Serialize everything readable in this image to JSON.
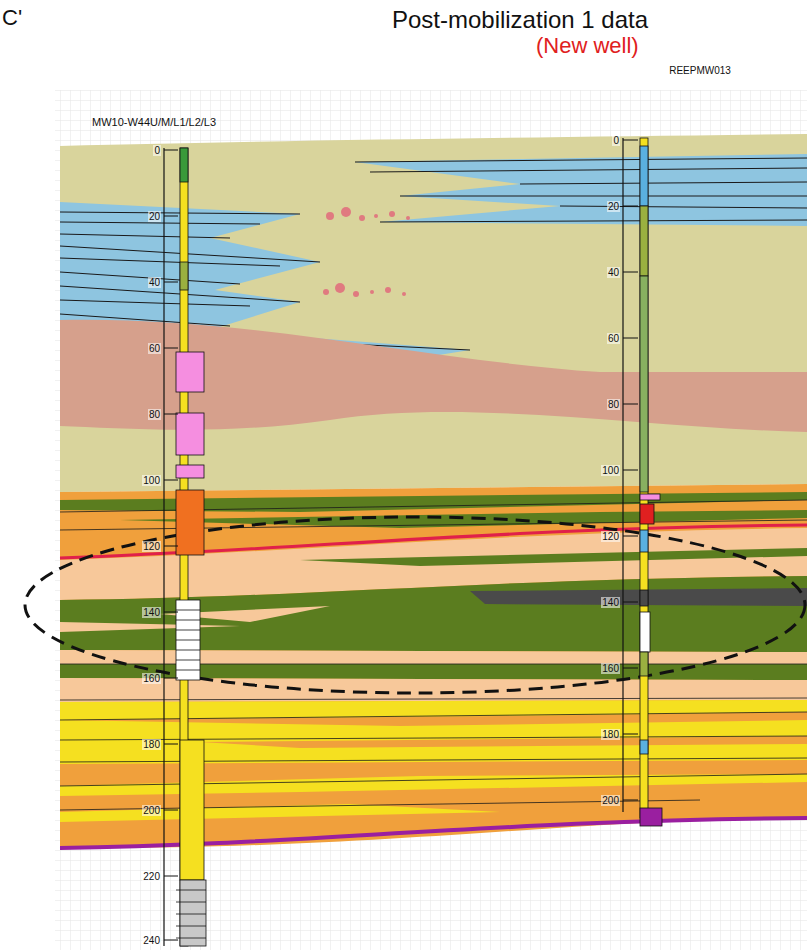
{
  "diagram": {
    "title": "Post-mobilization 1 data",
    "labels": [
      "C'",
      "(New well)",
      "MW10-W44U/M/L1/L2/L3",
      "REEPMW013",
      "0",
      "20",
      "40",
      "60",
      "80",
      "100",
      "120",
      "140",
      "160",
      "180",
      "200",
      "220",
      "240",
      "0",
      "20",
      "40",
      "60",
      "80",
      "100",
      "120",
      "140",
      "160",
      "180",
      "200"
    ]
  }
}
